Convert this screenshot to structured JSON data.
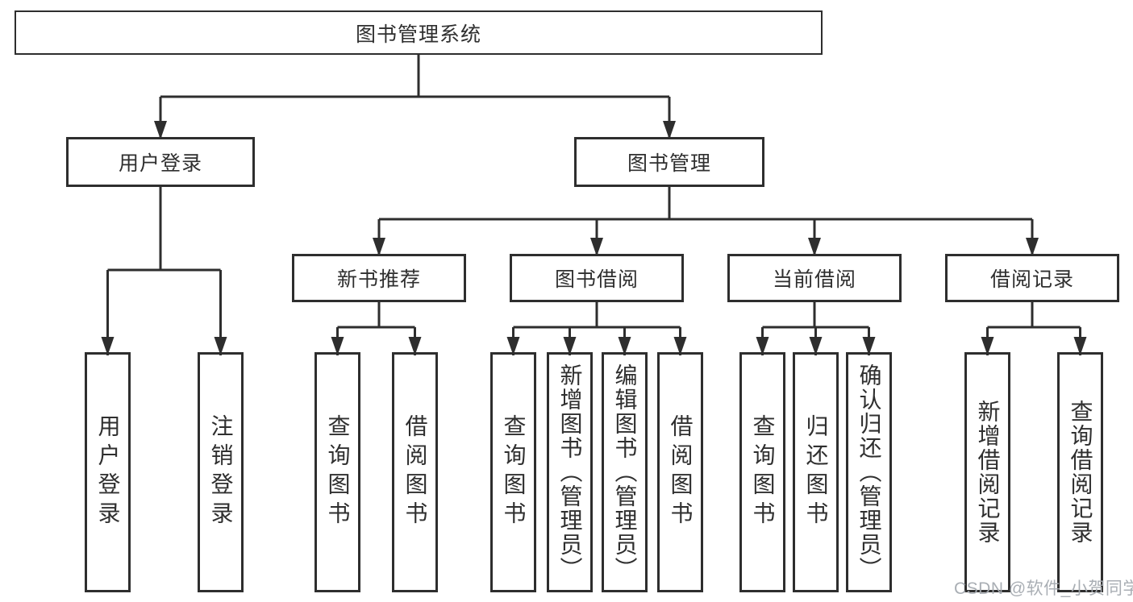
{
  "tree": {
    "root": "图书管理系统",
    "branches": [
      {
        "label": "用户登录",
        "leaves": [
          "用户登录",
          "注销登录"
        ]
      },
      {
        "label": "图书管理",
        "sections": [
          {
            "label": "新书推荐",
            "leaves": [
              "查询图书",
              "借阅图书"
            ]
          },
          {
            "label": "图书借阅",
            "leaves": [
              "查询图书",
              "新增图书（管理员）",
              "编辑图书（管理员）",
              "借阅图书"
            ]
          },
          {
            "label": "当前借阅",
            "leaves": [
              "查询图书",
              "归还图书",
              "确认归还（管理员）"
            ]
          },
          {
            "label": "借阅记录",
            "leaves": [
              "新增借阅记录",
              "查询借阅记录"
            ]
          }
        ]
      }
    ]
  },
  "watermark": "CSDN @软件_小贺同学",
  "colors": {
    "line": "#2e2e2e",
    "border": "#2e2e2e",
    "text": "#2f2f2f",
    "background": "#ffffff",
    "watermark": "#a5aab0"
  }
}
